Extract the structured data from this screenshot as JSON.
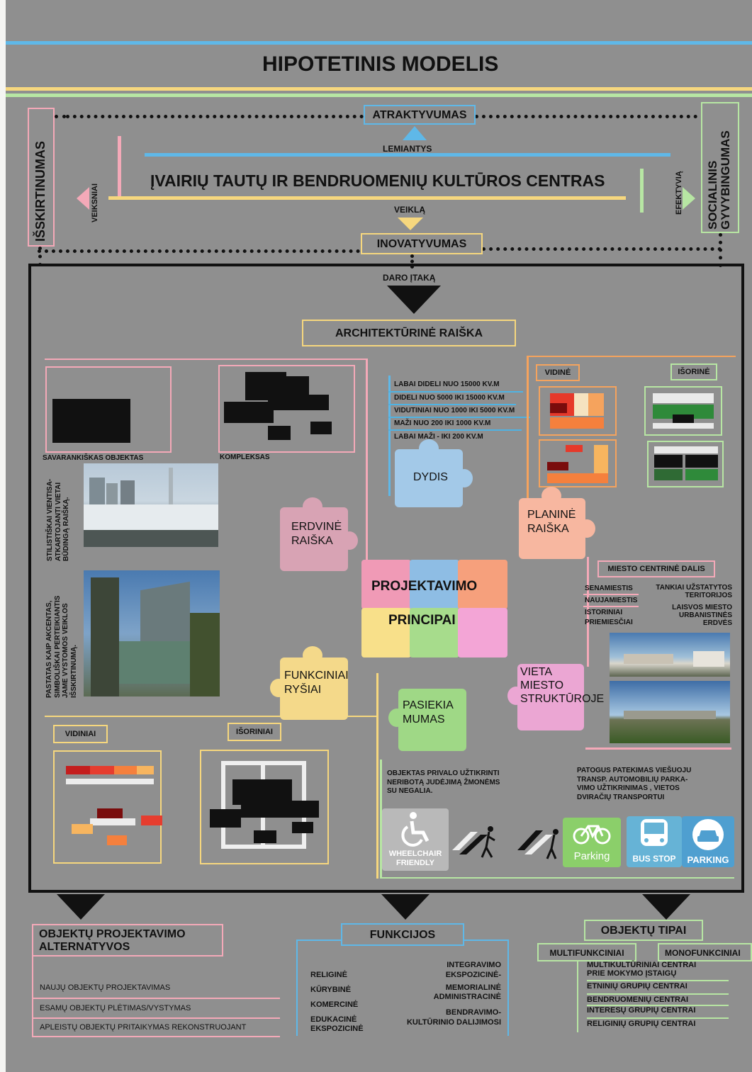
{
  "title": "HIPOTETINIS MODELIS",
  "top": {
    "atraktyvumas": "ATRAKTYVUMAS",
    "lemiantys": "LEMIANTYS",
    "centras": "ĮVAIRIŲ TAUTŲ IR BENDRUOMENIŲ KULTŪROS CENTRAS",
    "veikla": "VEIKLĄ",
    "inovatyvumas": "INOVATYVUMAS",
    "isskirtinumas": "IŠSKIRTINUMAS",
    "socialinis": "SOCIALINIS",
    "gyvybingumas": "GYVYBINGUMAS",
    "veiksniai": "VEIKSNIAI",
    "efektyvia": "EFEKTYVIĄ",
    "daro_itaka": "DARO ĮTAKĄ"
  },
  "architekturine": "ARCHITEKTŪRINĖ RAIŠKA",
  "left_panel": {
    "savarankiskas": "SAVARANKIŠKAS OBJEKTAS",
    "kompleksas": "KOMPLEKSAS",
    "photo1_caption": [
      "STILISTIŠKAI VIENTISA-",
      "ATKARTOJANTI VIETAI",
      "BŪDINGĄ RAIŠKĄ."
    ],
    "photo2_caption": [
      "PASTATAS KAIP AKCENTAS,",
      "SIMBOLIŠKAI PERTEIKIANTIS",
      "JAME VYSTOMOS VEIKLOS",
      "IŠSKIRTINUMĄ."
    ],
    "vidiniai": "VIDINIAI",
    "isoriniai": "IŠORINIAI"
  },
  "dydis": {
    "items": [
      "LABAI DIDELI NUO 15000  KV.M",
      "DIDELI NUO 5000 IKI 15000 KV.M",
      "VIDUTINIAI NUO 1000 IKI 5000 KV.M",
      "MAŽI NUO 200 IKI 1000 KV.M",
      "LABAI MAŽI - IKI 200 KV.M"
    ],
    "label": "DYDIS"
  },
  "planine": {
    "vidine": "VIDINĖ",
    "isorine": "IŠORINĖ",
    "label_1": "PLANINĖ",
    "label_2": "RAIŠKA"
  },
  "puzzles": {
    "erdvine_1": "ERDVINĖ",
    "erdvine_2": "RAIŠKA",
    "center_1": "PROJEKTAVIMO",
    "center_2": "PRINCIPAI",
    "funkciniai_1": "FUNKCINIAI",
    "funkciniai_2": "RYŠIAI",
    "pasiekia_1": "PASIEKIA",
    "pasiekia_2": "MUMAS",
    "vieta_1": "VIETA",
    "vieta_2": "MIESTO",
    "vieta_3": "STRUKTŪROJE"
  },
  "miesto": {
    "header": "MIESTO CENTRINĖ DALIS",
    "left": [
      "SENAMIESTIS",
      "NAUJAMIESTIS",
      "ISTORINIAI",
      "PRIEMIESČIAI"
    ],
    "right_1": [
      "TANKIAI UŽSTATYTOS",
      "TERITORIJOS"
    ],
    "right_2": [
      "LAISVOS MIESTO",
      "URBANISTINĖS",
      "ERDVĖS"
    ]
  },
  "access": {
    "text_left": [
      "OBJEKTAS PRIVALO UŽTIKRINTI",
      "NERIBOTĄ JUDĖJIMĄ ŽMONĖMS",
      "SU NEGALIA."
    ],
    "text_right": [
      "PATOGUS PATEKIMAS VIEŠUOJU",
      "TRANSP. AUTOMOBILIŲ PARKA-",
      "VIMO UŽTIKRINIMAS , VIETOS",
      "DVIRAČIŲ TRANSPORTUI"
    ],
    "wheelchair_1": "WHEELCHAIR",
    "wheelchair_2": "FRIENDLY",
    "parking": "Parking",
    "bus_stop": "BUS STOP",
    "parking2": "PARKING"
  },
  "bottom": {
    "alt_title_1": "OBJEKTŲ  PROJEKTAVIMO",
    "alt_title_2": "ALTERNATYVOS",
    "alt_items": [
      "NAUJŲ OBJEKTŲ PROJEKTAVIMAS",
      "ESAMŲ OBJEKTŲ PLĖTIMAS/VYSTYMAS",
      "APLEISTŲ OBJEKTŲ PRITAIKYMAS REKONSTRUOJANT"
    ],
    "funkcijos": "FUNKCIJOS",
    "func_left": [
      "RELIGINĖ",
      "KŪRYBINĖ",
      "KOMERCINĖ",
      "EDUKACINĖ",
      "EKSPOZICINĖ"
    ],
    "func_right": [
      "INTEGRAVIMO",
      "EKSPOZICINĖ-",
      "MEMORIALINĖ",
      "ADMINISTRACINĖ",
      "BENDRAVIMO-",
      "KULTŪRINIO DALIJIMOSI"
    ],
    "tipai": "OBJEKTŲ  TIPAI",
    "multi": "MULTIFUNKCINIAI",
    "mono": "MONOFUNKCINIAI",
    "tipai_items": [
      "MULTIKULTŪRINIAI CENTRAI",
      "PRIE MOKYMO ĮSTAIGŲ",
      "ETNINIŲ GRUPIŲ CENTRAI",
      "BENDRUOMENIŲ CENTRAI",
      "INTERESŲ GRUPIŲ CENTRAI",
      "RELIGINIŲ GRUPIŲ CENTRAI"
    ]
  },
  "colors": {
    "background": "#8f8f8f",
    "blue": "#5fb8e8",
    "yellow": "#f6d77e",
    "green": "#b7e6a3",
    "pink": "#f4a9b8",
    "orange": "#f5a35d"
  }
}
